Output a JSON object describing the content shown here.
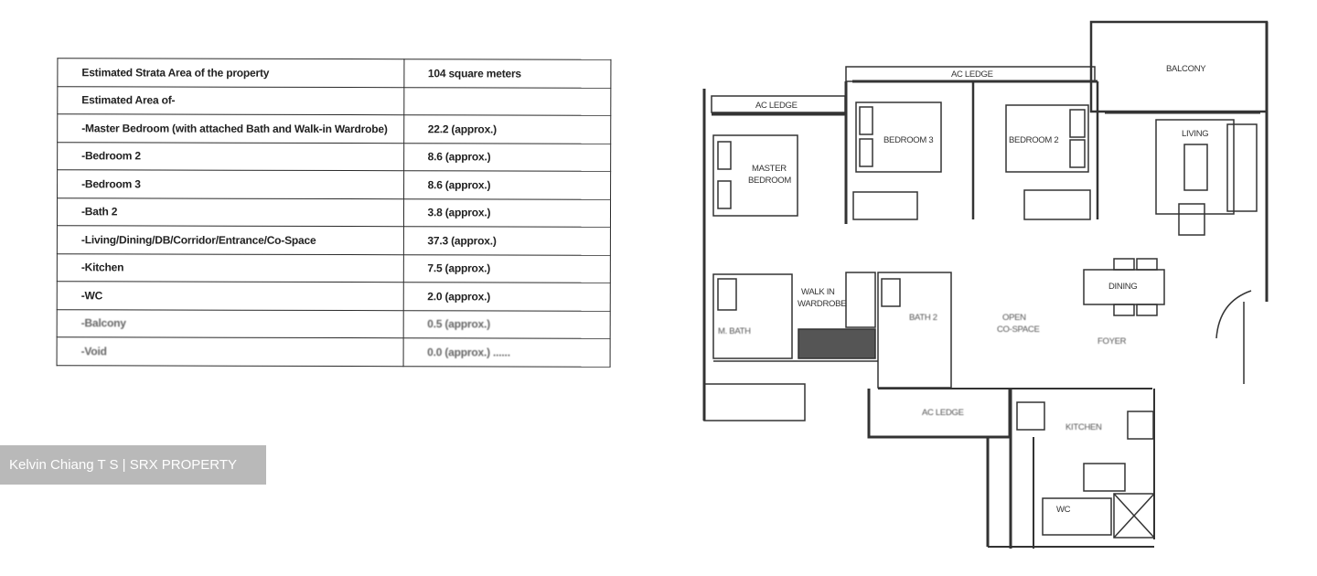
{
  "area_table": {
    "rows": [
      {
        "label": "Estimated Strata Area of the property",
        "value": "104 square meters"
      },
      {
        "label": "Estimated Area of-",
        "value": ""
      },
      {
        "label": "-Master Bedroom (with attached Bath and Walk-in Wardrobe)",
        "value": "22.2 (approx.)"
      },
      {
        "label": "-Bedroom 2",
        "value": "8.6 (approx.)"
      },
      {
        "label": "-Bedroom 3",
        "value": "8.6 (approx.)"
      },
      {
        "label": "-Bath 2",
        "value": "3.8 (approx.)"
      },
      {
        "label": "-Living/Dining/DB/Corridor/Entrance/Co-Space",
        "value": "37.3 (approx.)"
      },
      {
        "label": "-Kitchen",
        "value": "7.5 (approx.)"
      },
      {
        "label": "-WC",
        "value": "2.0 (approx.)"
      },
      {
        "label": "-Balcony",
        "value": "0.5 (approx.)"
      },
      {
        "label": "-Void",
        "value": "0.0 (approx.) ......"
      }
    ]
  },
  "watermark": {
    "text": "Kelvin Chiang T S | SRX PROPERTY"
  },
  "floorplan": {
    "labels": {
      "ac_ledge_top": "AC LEDGE",
      "ac_ledge_left": "AC LEDGE",
      "balcony": "BALCONY",
      "master_bedroom_1": "MASTER",
      "master_bedroom_2": "BEDROOM",
      "bedroom_3": "BEDROOM 3",
      "bedroom_2": "BEDROOM 2",
      "living": "LIVING",
      "walk_in_wardrobe_1": "WALK IN",
      "walk_in_wardrobe_2": "WARDROBE",
      "master_bath": "M. BATH",
      "bath_2": "BATH 2",
      "open_space_1": "OPEN",
      "open_space_2": "CO-SPACE",
      "dining": "DINING",
      "foyer": "FOYER",
      "ac_ledge_bottom": "AC LEDGE",
      "kitchen": "KITCHEN",
      "wc": "WC"
    }
  }
}
